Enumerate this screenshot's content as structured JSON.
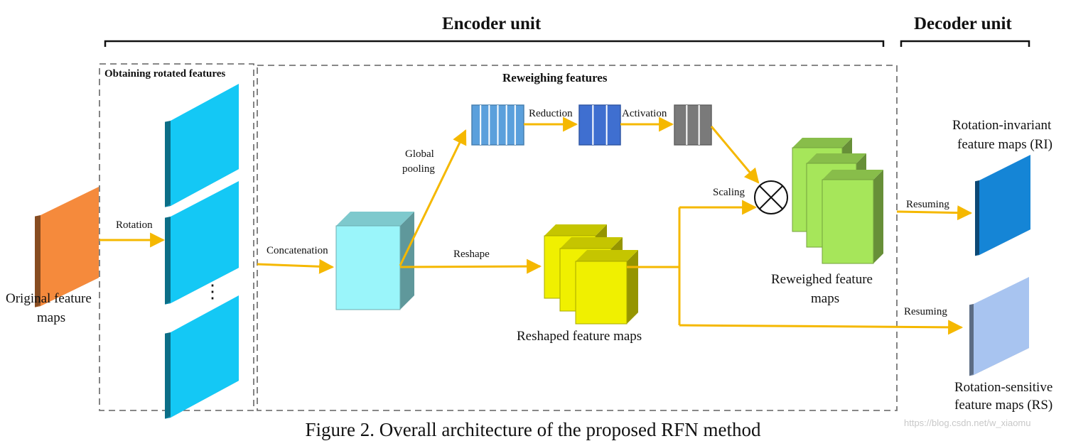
{
  "headers": {
    "encoder": "Encoder unit",
    "decoder": "Decoder unit"
  },
  "sections": {
    "obtaining": "Obtaining rotated features",
    "reweighing": "Reweighing features"
  },
  "labels": {
    "original_1": "Original feature",
    "original_2": "maps",
    "rotation": "Rotation",
    "ellipsis": "⋮",
    "concatenation": "Concatenation",
    "global_1": "Global",
    "global_2": "pooling",
    "reduction": "Reduction",
    "activation": "Activation",
    "reshape": "Reshape",
    "reshaped": "Reshaped feature maps",
    "scaling": "Scaling",
    "reweighed_1": "Reweighed feature",
    "reweighed_2": "maps",
    "resuming_top": "Resuming",
    "resuming_bottom": "Resuming",
    "ri_1": "Rotation-invariant",
    "ri_2": "feature maps (RI)",
    "rs_1": "Rotation-sensitive",
    "rs_2": "feature maps (RS)"
  },
  "caption": "Figure 2. Overall architecture of the proposed RFN method",
  "watermark": "https://blog.csdn.net/w_xiaomu",
  "colors": {
    "arrow": "#f5b800",
    "original": "#f58a3c",
    "rotated": "#14c8f5",
    "concat": "#9af5fa",
    "pool": "#5ba0dc",
    "reduced": "#3f6fd0",
    "activated": "#7a7a7a",
    "reshaped": "#f0f000",
    "reweighed": "#a6e65a",
    "ri": "#1585d6",
    "rs": "#a8c4f0"
  }
}
